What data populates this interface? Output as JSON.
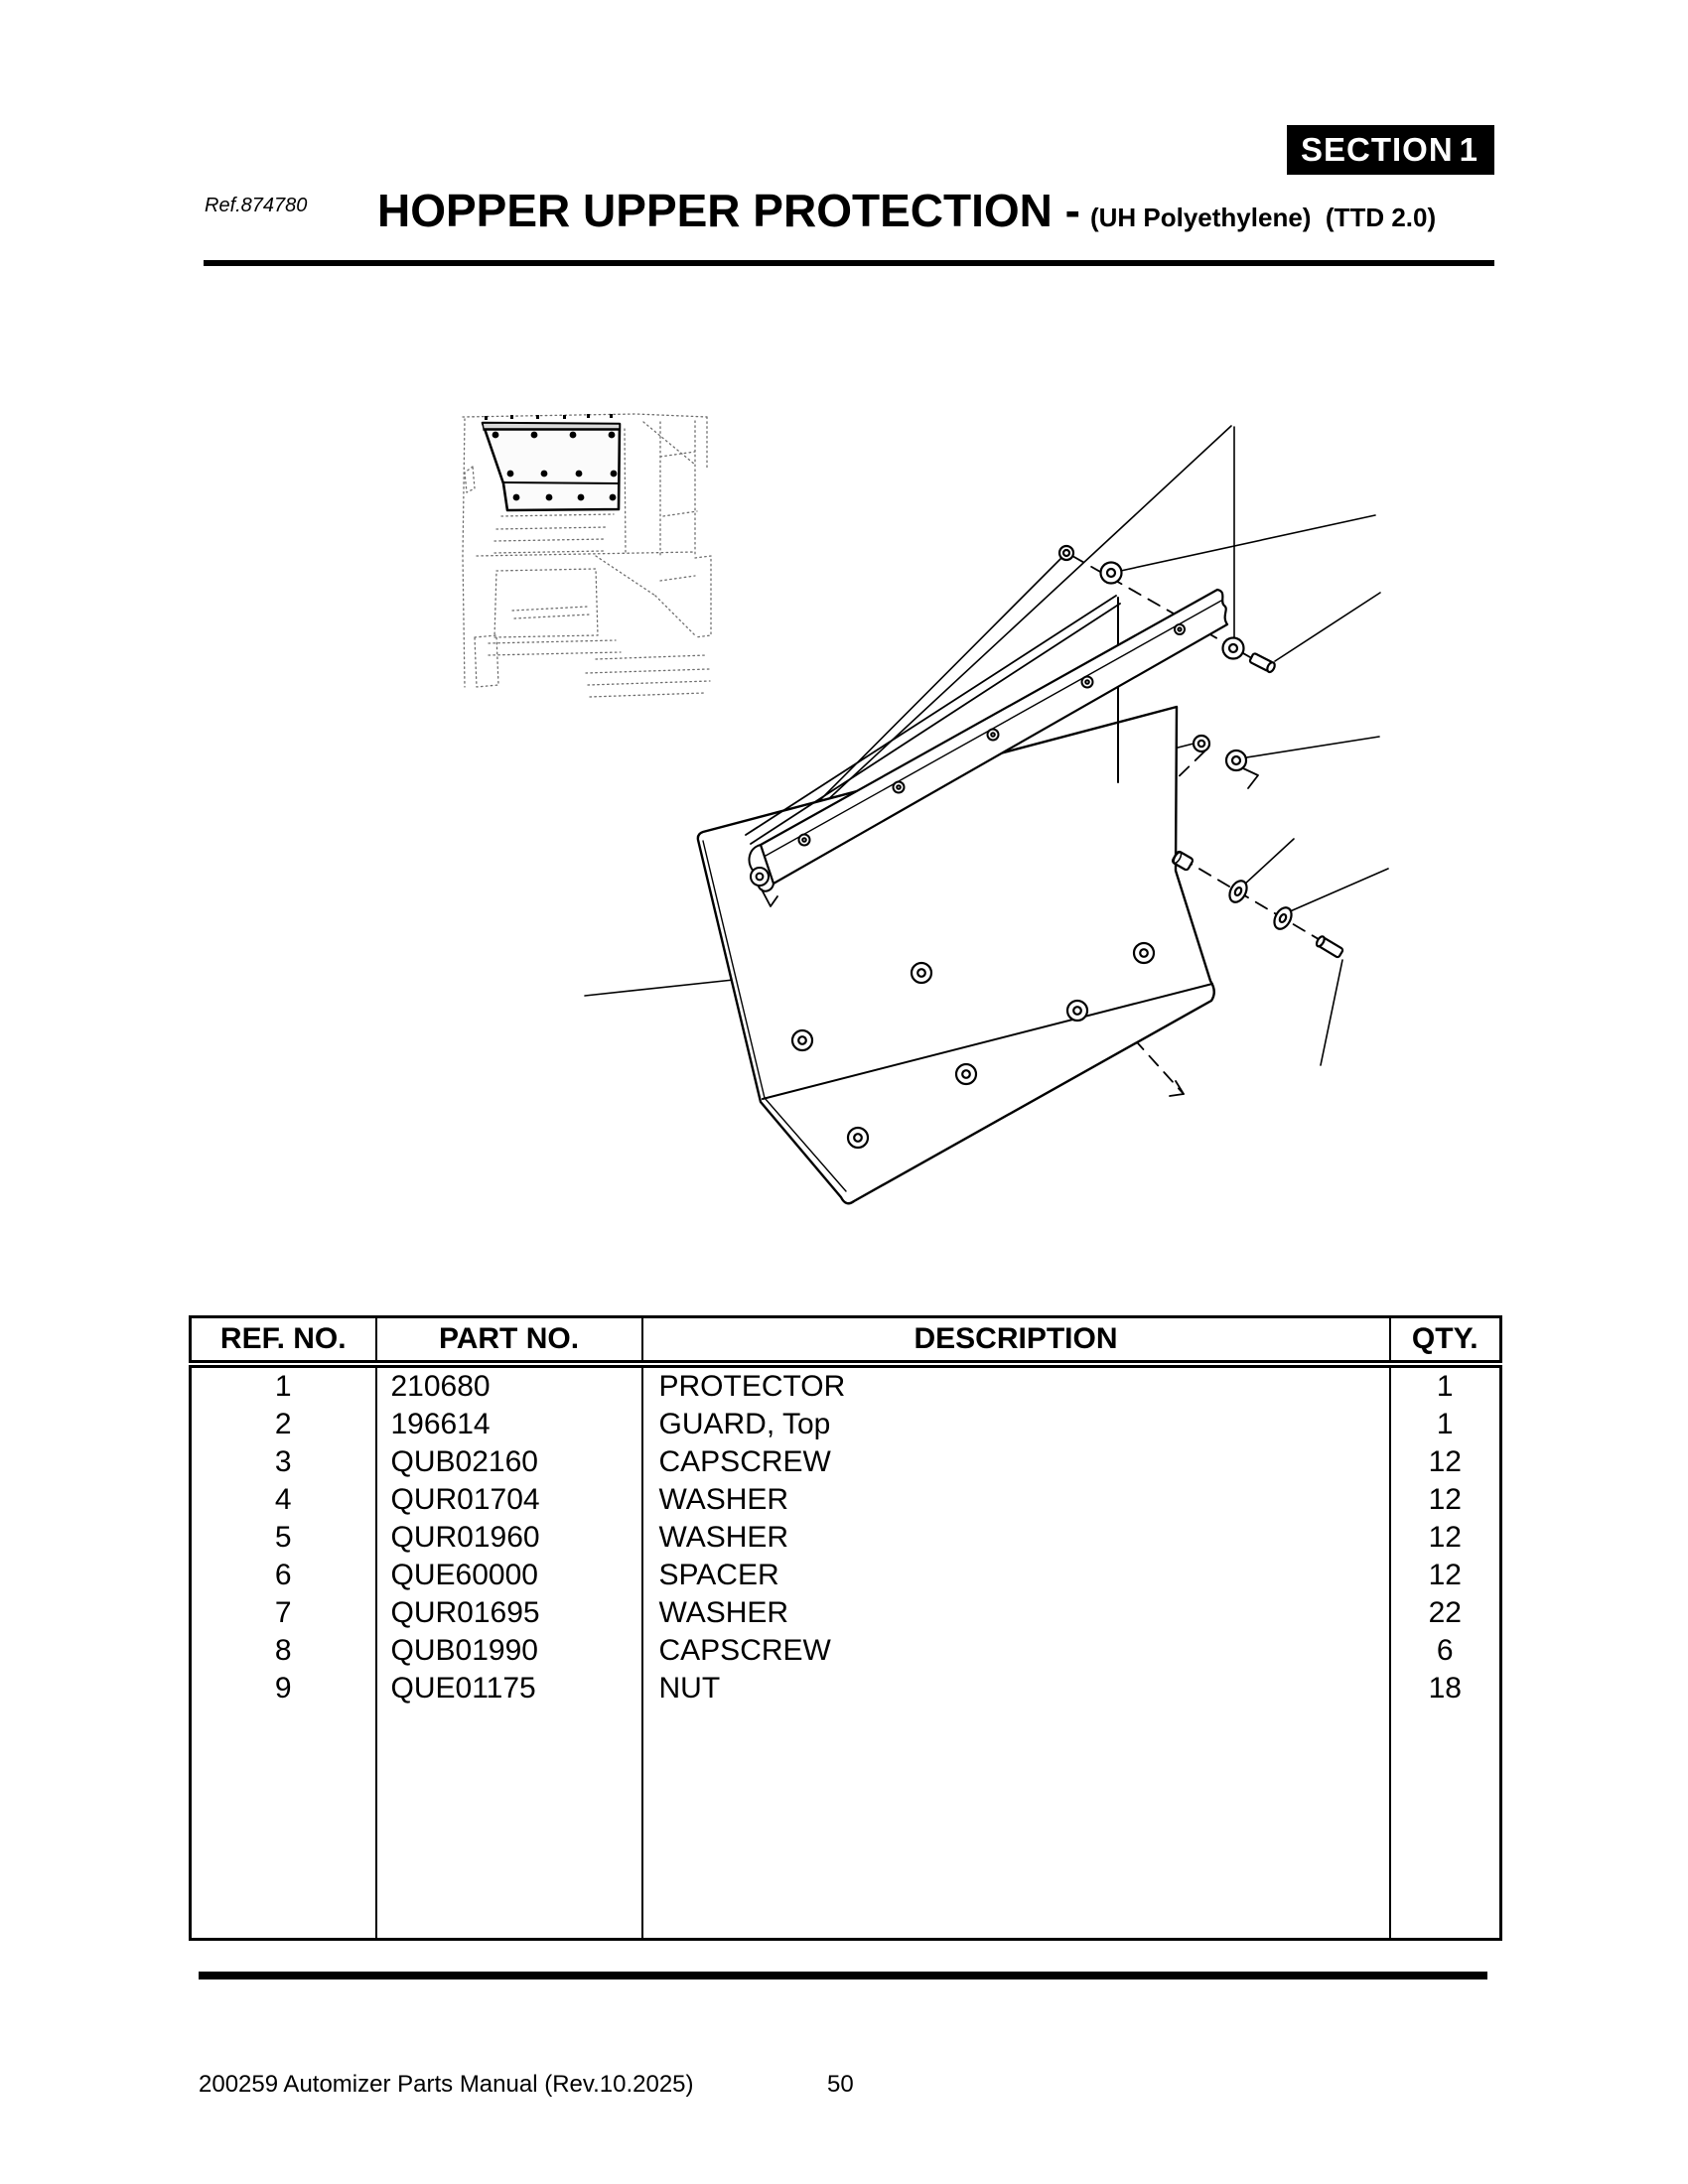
{
  "header": {
    "section_label": "SECTION",
    "section_number": "1",
    "ref_number": "Ref.874780",
    "title": "HOPPER UPPER PROTECTION -",
    "subtitle": "(UH Polyethylene)  (TTD 2.0)"
  },
  "parts_table": {
    "headers": {
      "ref": "REF. NO.",
      "part": "PART NO.",
      "description": "DESCRIPTION",
      "qty": "QTY."
    },
    "rows": [
      {
        "ref": "1",
        "part": "210680",
        "description": "PROTECTOR",
        "qty": "1"
      },
      {
        "ref": "2",
        "part": "196614",
        "description": "GUARD, Top",
        "qty": "1"
      },
      {
        "ref": "3",
        "part": "QUB02160",
        "description": "CAPSCREW",
        "qty": "12"
      },
      {
        "ref": "4",
        "part": "QUR01704",
        "description": "WASHER",
        "qty": "12"
      },
      {
        "ref": "5",
        "part": "QUR01960",
        "description": "WASHER",
        "qty": "12"
      },
      {
        "ref": "6",
        "part": "QUE60000",
        "description": "SPACER",
        "qty": "12"
      },
      {
        "ref": "7",
        "part": "QUR01695",
        "description": "WASHER",
        "qty": "22"
      },
      {
        "ref": "8",
        "part": "QUB01990",
        "description": "CAPSCREW",
        "qty": "6"
      },
      {
        "ref": "9",
        "part": "QUE01175",
        "description": "NUT",
        "qty": "18"
      }
    ]
  },
  "footer": {
    "manual_info": "200259 Automizer Parts Manual (Rev.10.2025)",
    "page_number": "50"
  },
  "colors": {
    "ink": "#000000",
    "paper": "#ffffff"
  }
}
